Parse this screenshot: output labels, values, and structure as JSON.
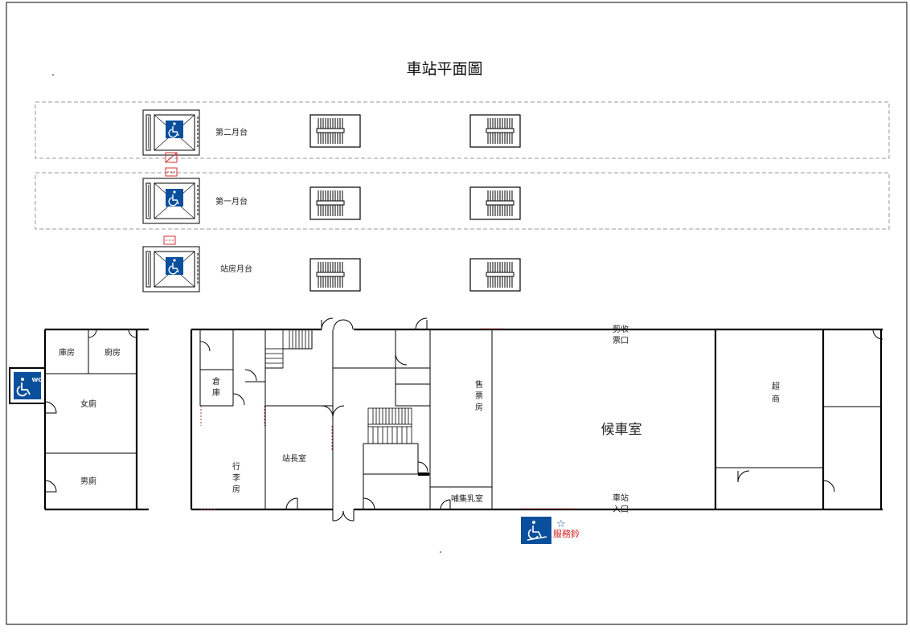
{
  "title": "車站平面圖",
  "platforms": {
    "second": "第二月台",
    "first": "第一月台",
    "station": "站房月台"
  },
  "rooms": {
    "storage": "庫房",
    "kitchen": "廚房",
    "womens_toilet": "女廁",
    "mens_toilet": "男廁",
    "warehouse_1": "倉",
    "warehouse_2": "庫",
    "luggage_1": "行",
    "luggage_2": "李",
    "luggage_3": "房",
    "stationmaster": "站長室",
    "ticket_1": "售",
    "ticket_2": "票",
    "ticket_3": "房",
    "nursing": "哺集乳室",
    "waiting": "候車室",
    "ticket_gate_1": "剪收",
    "ticket_gate_2": "票口",
    "entrance_1": "車站",
    "entrance_2": "入口",
    "store_1": "超",
    "store_2": "商"
  },
  "service_bell": "服務鈴",
  "wc_label": "WC",
  "colors": {
    "accessible_blue": "#0a4f9c",
    "elevator_red": "#d33333",
    "service_red": "#d42020"
  }
}
